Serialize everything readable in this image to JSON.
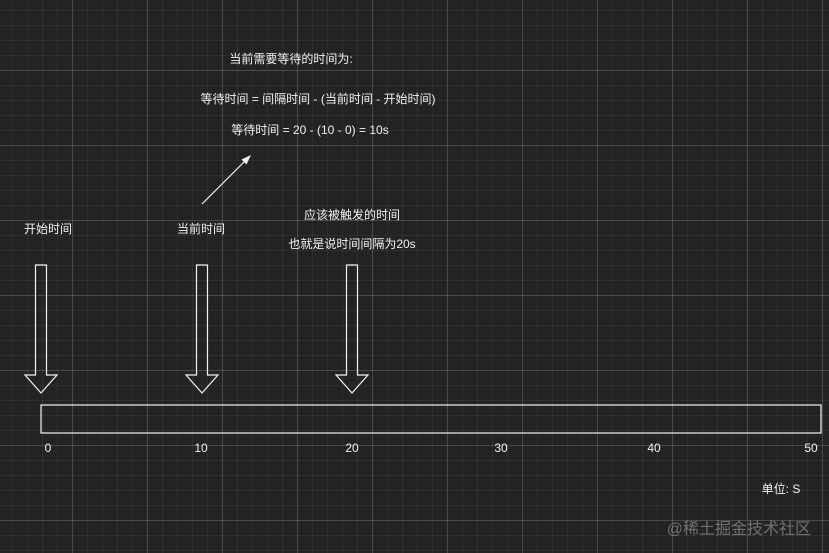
{
  "formula": {
    "heading": "当前需要等待的时间为:",
    "line1": "等待时间 = 间隔时间 - (当前时间 - 开始时间)",
    "line2": "等待时间 =  20 - (10 - 0) = 10s"
  },
  "labels": {
    "start": "开始时间",
    "current": "当前时间",
    "trigger": "应该被触发的时间",
    "interval": "也就是说时间间隔为20s"
  },
  "axis": {
    "ticks": [
      "0",
      "10",
      "20",
      "30",
      "40",
      "50"
    ],
    "unit": "单位: S"
  },
  "watermark": "@稀土掘金技术社区"
}
